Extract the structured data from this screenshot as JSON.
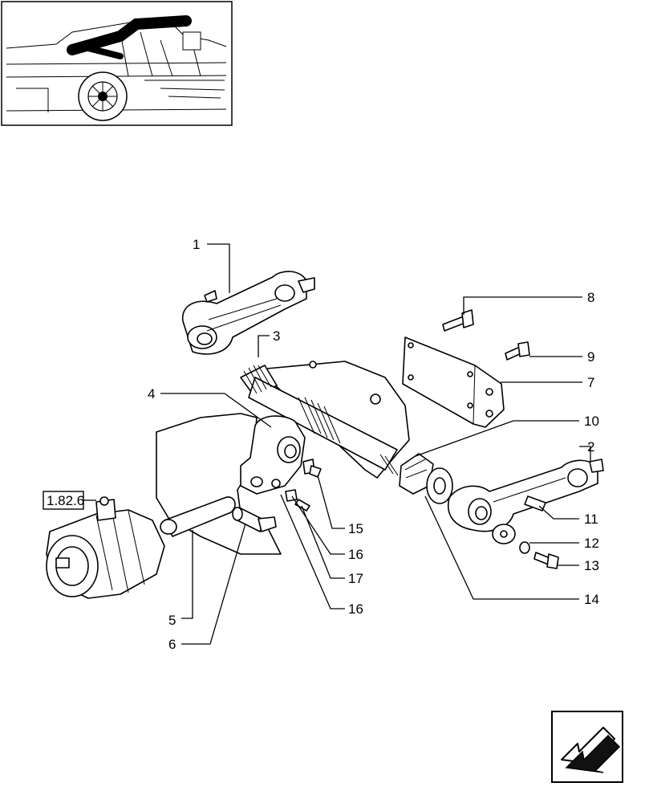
{
  "reference": {
    "label": "1.82.6"
  },
  "callouts": [
    {
      "id": "c1",
      "label": "1"
    },
    {
      "id": "c2",
      "label": "2"
    },
    {
      "id": "c3",
      "label": "3"
    },
    {
      "id": "c4",
      "label": "4"
    },
    {
      "id": "c5",
      "label": "5"
    },
    {
      "id": "c6",
      "label": "6"
    },
    {
      "id": "c7",
      "label": "7"
    },
    {
      "id": "c8",
      "label": "8"
    },
    {
      "id": "c9",
      "label": "9"
    },
    {
      "id": "c10",
      "label": "10"
    },
    {
      "id": "c11",
      "label": "11"
    },
    {
      "id": "c12",
      "label": "12"
    },
    {
      "id": "c13",
      "label": "13"
    },
    {
      "id": "c14",
      "label": "14"
    },
    {
      "id": "c15",
      "label": "15"
    },
    {
      "id": "c16a",
      "label": "16"
    },
    {
      "id": "c16b",
      "label": "16"
    },
    {
      "id": "c17",
      "label": "17"
    }
  ],
  "icons": {
    "nav": "next-page-arrow-icon",
    "thumbnail": "tractor-location-thumbnail"
  }
}
